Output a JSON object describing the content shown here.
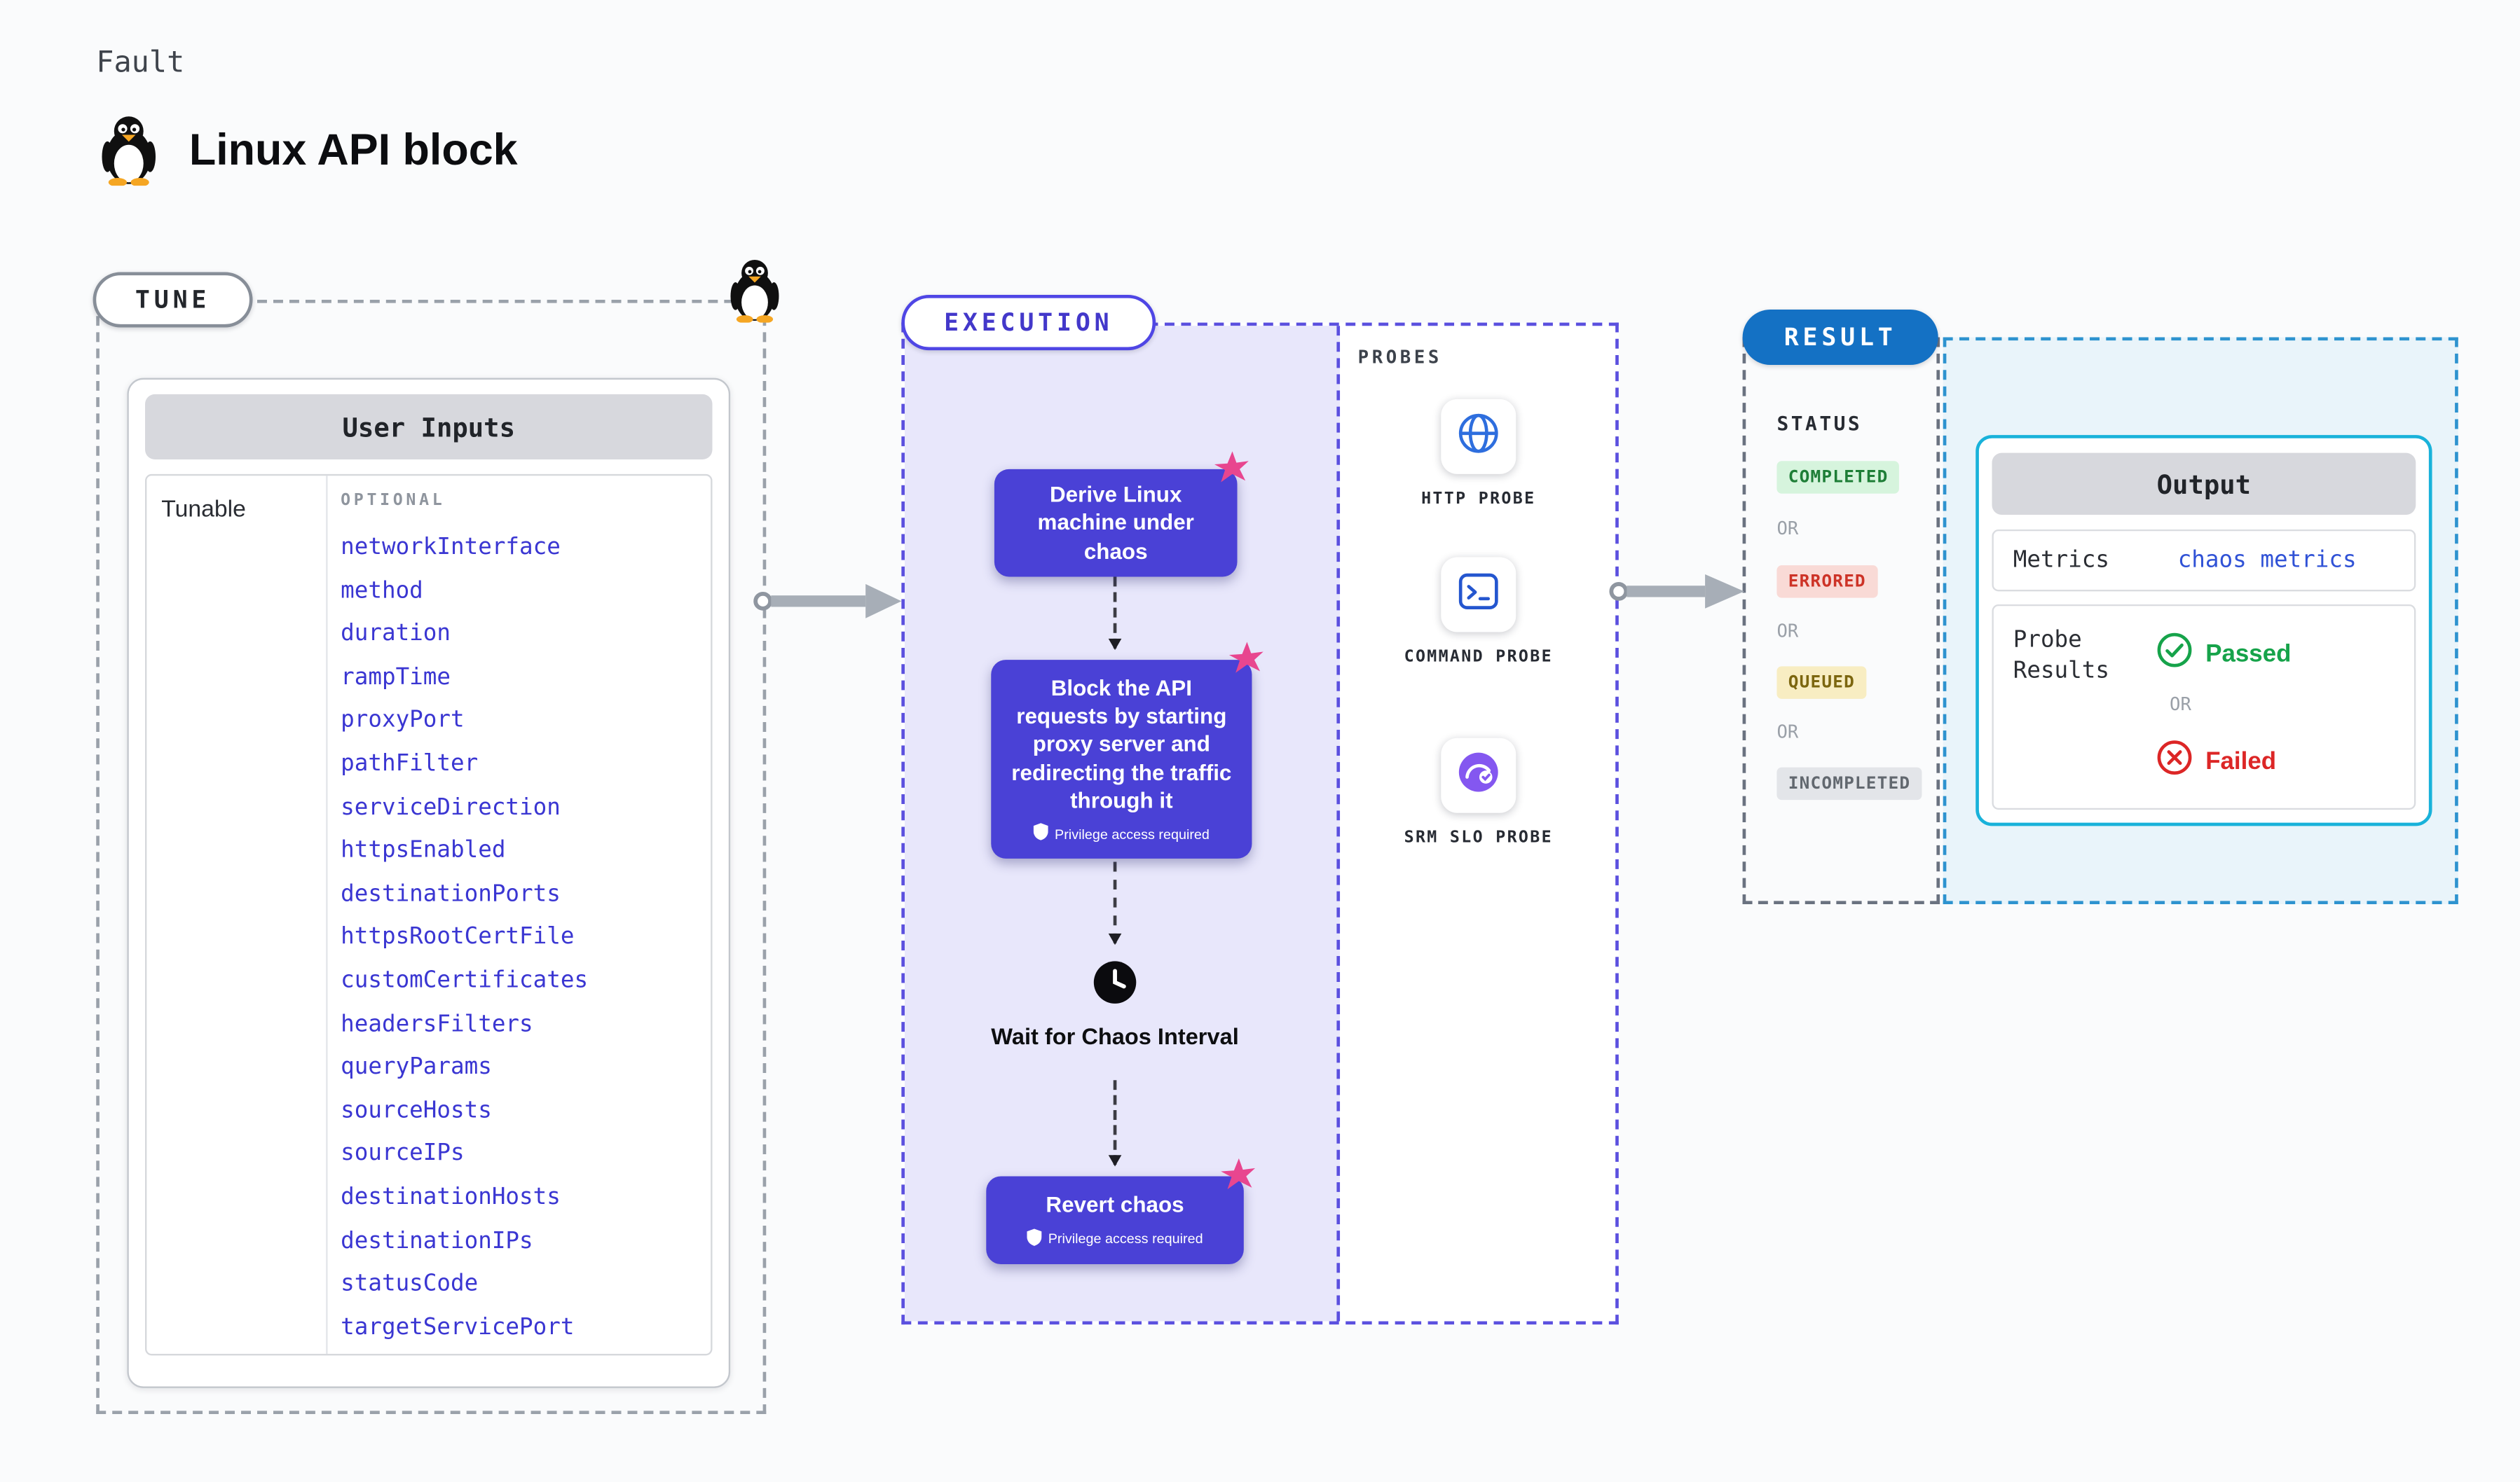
{
  "header": {
    "kind_label": "Fault",
    "title": "Linux API block",
    "title_icon": "tux-penguin-icon"
  },
  "tune": {
    "badge": "TUNE",
    "corner_icon": "tux-penguin-icon",
    "card": {
      "header": "User Inputs",
      "row_label": "Tunable",
      "column_header": "OPTIONAL",
      "tunables": [
        "networkInterface",
        "method",
        "duration",
        "rampTime",
        "proxyPort",
        "pathFilter",
        "serviceDirection",
        "httpsEnabled",
        "destinationPorts",
        "httpsRootCertFile",
        "customCertificates",
        "headersFilters",
        "queryParams",
        "sourceHosts",
        "sourceIPs",
        "destinationHosts",
        "destinationIPs",
        "statusCode",
        "targetServicePort"
      ]
    }
  },
  "execution": {
    "badge": "EXECUTION",
    "privilege_label": "Privilege access required",
    "steps": [
      {
        "label": "Derive Linux machine under chaos",
        "privilege": false,
        "icon": "chaos-burst-icon"
      },
      {
        "label": "Block the API requests by starting proxy server and redirecting the traffic through it",
        "privilege": true,
        "icon": "chaos-burst-icon"
      },
      {
        "label": "Wait for Chaos Interval",
        "type": "wait",
        "icon": "clock-icon"
      },
      {
        "label": "Revert chaos",
        "privilege": true,
        "icon": "chaos-burst-icon"
      }
    ]
  },
  "probes": {
    "label": "PROBES",
    "items": [
      {
        "name": "HTTP PROBE",
        "icon": "globe-icon"
      },
      {
        "name": "COMMAND PROBE",
        "icon": "terminal-icon"
      },
      {
        "name": "SRM SLO PROBE",
        "icon": "slo-gauge-icon"
      }
    ]
  },
  "result": {
    "badge": "RESULT",
    "status": {
      "label": "STATUS",
      "or_label": "OR",
      "values": [
        {
          "label": "COMPLETED",
          "tone": "success"
        },
        {
          "label": "ERRORED",
          "tone": "error"
        },
        {
          "label": "QUEUED",
          "tone": "warning"
        },
        {
          "label": "INCOMPLETED",
          "tone": "neutral"
        }
      ]
    },
    "output": {
      "header": "Output",
      "metrics_label": "Metrics",
      "metrics_value": "chaos metrics",
      "probe_results_label": "Probe Results",
      "passed_label": "Passed",
      "or_label": "OR",
      "failed_label": "Failed"
    }
  },
  "colors": {
    "node_indigo": "#4a41d6",
    "execution_fill": "#e8e7fb",
    "chaos_pink": "#e8468f",
    "result_blue": "#1471c4",
    "tunable_blue": "#3a36d2",
    "success_green": "#16a34a",
    "error_red": "#dc2626",
    "output_border_cyan": "#19b2da"
  }
}
